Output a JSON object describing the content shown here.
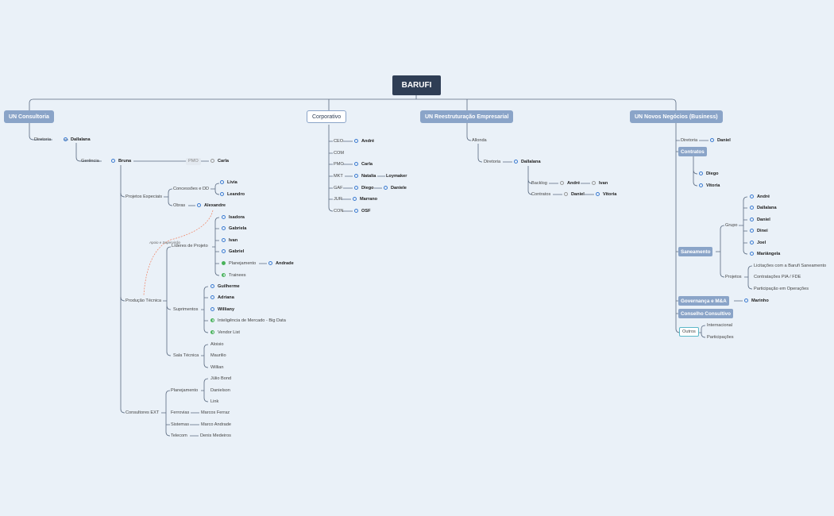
{
  "root": "BARUFI",
  "branches": {
    "consultoria": "UN Consultoria",
    "corporativo": "Corporativo",
    "reestruturacao": "UN Reestruturação Empresarial",
    "novos": "UN Novos Negócios (Business)"
  },
  "consultoria": {
    "diretoria": "Diretoria",
    "diretoria_person": "Dallalana",
    "gerencia": "Gerência",
    "gerencia_person": "Bruna",
    "pmo": "PMO",
    "pmo_person": "Carla",
    "projetos_especiais": "Projetos Especiais",
    "concessoes": "Concessões e DD",
    "concessoes_people": [
      "Livia",
      "Leandro"
    ],
    "obras": "Obras",
    "obras_person": "Alexandre",
    "apoio": "Apoio e Supervisão",
    "producao": "Produção Técnica",
    "lideres": "Líderes de Projeto",
    "lideres_people": [
      "Isadora",
      "Gabriela",
      "Ivan",
      "Gabriel"
    ],
    "planejamento": "Planejamento",
    "planejamento_person": "Andrade",
    "trainees": "Trainees",
    "suprimentos": "Suprimentos",
    "suprimentos_people": [
      "Guilherme",
      "Adriana",
      "Williany"
    ],
    "suprimentos_items": [
      "Inteligência de Mercado - Big Data",
      "Vendor List"
    ],
    "sala": "Sala Técnica",
    "sala_people": [
      "Aloisio",
      "Maurilio",
      "Willian"
    ],
    "consultores": "Consultores EXT",
    "ext_planejamento": "Planejamento",
    "ext_planejamento_people": [
      "Júlio Bond",
      "Danielson",
      "Link"
    ],
    "ferrovias": "Ferrovias",
    "ferrovias_person": "Marcos Ferraz",
    "sistemas": "Sistemas",
    "sistemas_person": "Marco Andrade",
    "telecom": "Telecom",
    "telecom_person": "Denis Medeiros"
  },
  "corporativo": {
    "rows": [
      {
        "role": "CEO",
        "people": [
          "André"
        ]
      },
      {
        "role": "COM",
        "people": []
      },
      {
        "role": "PMO",
        "people": [
          "Carla"
        ]
      },
      {
        "role": "MKT",
        "people": [
          "Natalia",
          "Loymaker"
        ]
      },
      {
        "role": "GAF",
        "people": [
          "Diego",
          "Daniele"
        ]
      },
      {
        "role": "JUR",
        "people": [
          "Marrano"
        ]
      },
      {
        "role": "CON",
        "people": [
          "OSF"
        ]
      }
    ]
  },
  "reestruturacao": {
    "alonda": "Allonda",
    "diretoria": "Diretoria",
    "diretoria_person": "Dallalana",
    "backlog": "Backlog",
    "backlog_people": [
      "André",
      "Ivan"
    ],
    "contratos": "Contratos",
    "contratos_people": [
      "Daniel",
      "Vitoria"
    ]
  },
  "novos": {
    "diretoria": "Diretoria",
    "diretoria_person": "Daniel",
    "contratos": "Contratos",
    "contratos_people": [
      "Diego",
      "Vitoria"
    ],
    "saneamento": "Saneamento",
    "grupo": "Grupo",
    "grupo_people": [
      "André",
      "Dallalana",
      "Daniel",
      "Dinei",
      "Joel",
      "Mariângela"
    ],
    "projetos": "Projetos",
    "projetos_items": [
      "Licitações com a Barufi Saneamento",
      "Contratações PIA / FDE",
      "Participação em Operações"
    ],
    "governanca": "Governança e M&A",
    "governanca_person": "Marinho",
    "conselho": "Conselho Consultivo",
    "outros": "Outros",
    "outros_items": [
      "Internacional",
      "Participações"
    ]
  },
  "colors": {
    "root": "#2f3e55",
    "branch": "#8aa4c8",
    "line": "#5a6a80",
    "accent": "#3b7bd1",
    "dashed": "#f08060"
  }
}
